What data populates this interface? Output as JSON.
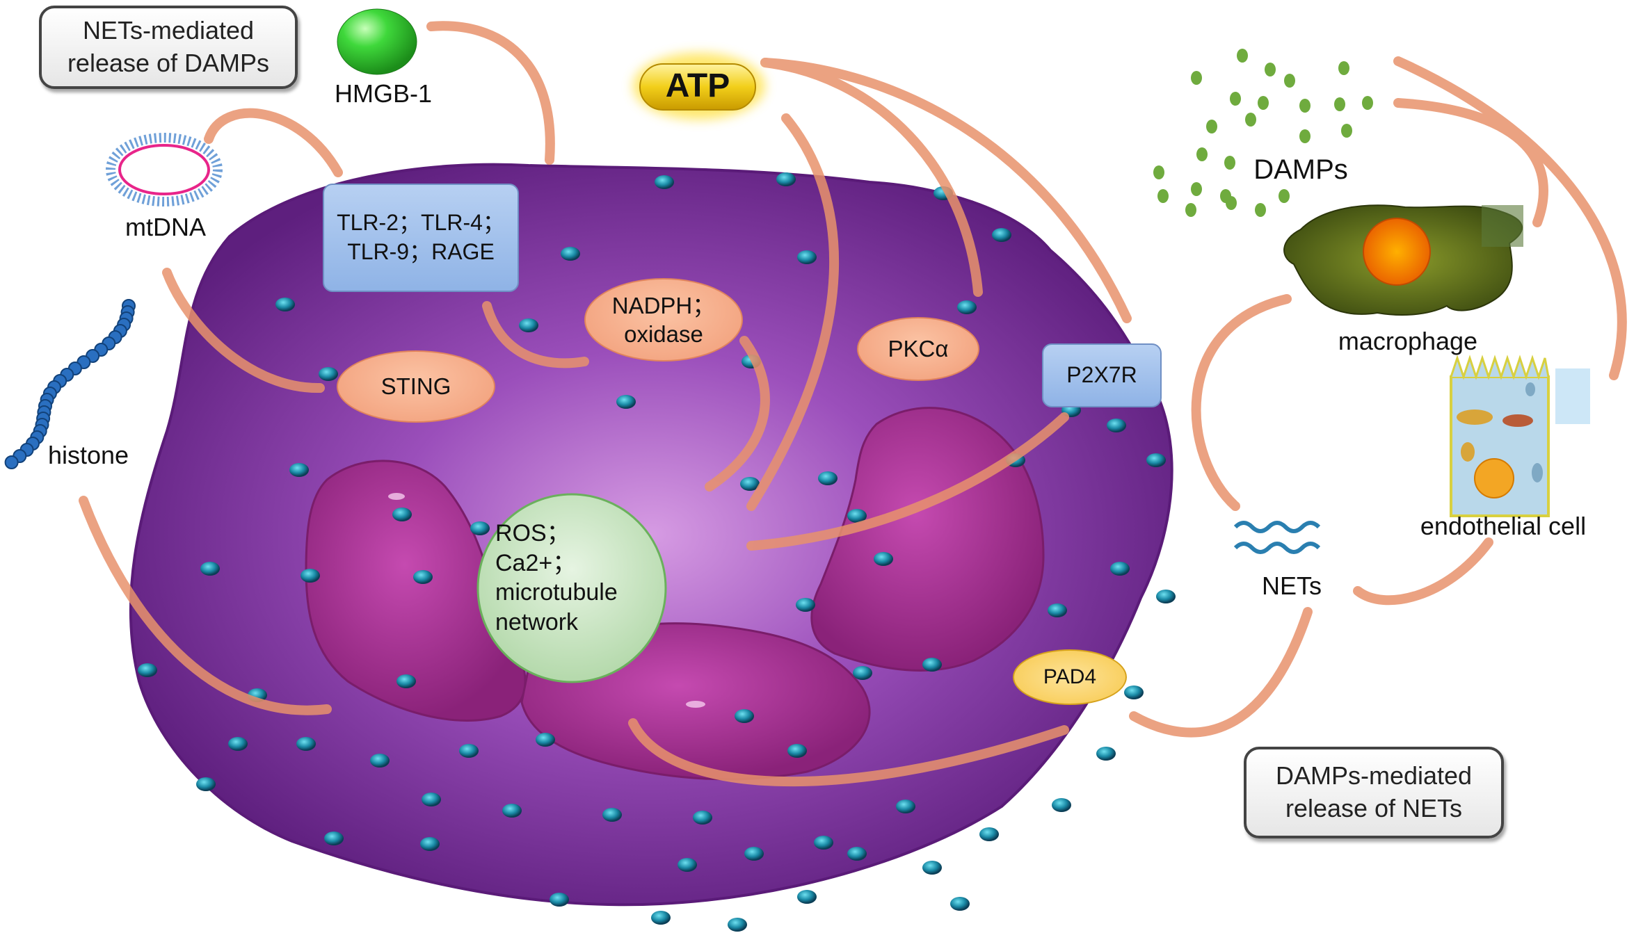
{
  "notes": {
    "nets_mediated": "NETs-mediated\nrelease of DAMPs",
    "damps_mediated": "DAMPs-mediated\nrelease of NETs"
  },
  "molecules": {
    "hmgb1": "HMGB-1",
    "atp": "ATP",
    "mtdna": "mtDNA",
    "histone": "histone",
    "damps": "DAMPs",
    "macrophage": "macrophage",
    "endothelial": "endothelial cell",
    "nets": "NETs"
  },
  "cell_nodes": {
    "receptors": "TLR-2；TLR-4；\nTLR-9；RAGE",
    "nadph": "NADPH；\noxidase",
    "pkc": "PKCα",
    "p2x7r": "P2X7R",
    "sting": "STING",
    "ros": "ROS；Ca2+；\nmicrotubule\nnetwork",
    "pad4": "PAD4"
  },
  "colors": {
    "cell_body": "#6a2a8c",
    "nucleus": "#a0338f",
    "arrow": "#f4a07e",
    "receptor": "#9fc0ec",
    "salmon_node": "#f6ae8c",
    "ros_node": "#c6e2bf",
    "pad4_node": "#fbd77e",
    "atp_pill": "#f2cf1a",
    "hmgb1_ball": "#3ed13a",
    "damps_dots": "#6fab3e"
  }
}
